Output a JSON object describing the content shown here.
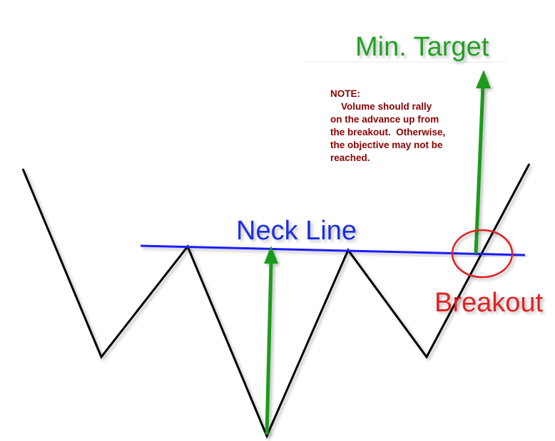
{
  "labels": {
    "min_target": "Min. Target",
    "neck_line": "Neck Line",
    "breakout": "Breakout"
  },
  "note": {
    "lines": [
      "NOTE:",
      "    Volume should rally",
      "on the advance up from",
      "the breakout.  Otherwise,",
      "the objective may not be",
      "reached."
    ]
  },
  "colors": {
    "price_line": "#000000",
    "neck_line": "#1a1aff",
    "neck_label": "#1f2fe0",
    "target_arrow": "#1c9a1c",
    "target_label": "#22a022",
    "breakout_circle": "#e02020",
    "breakout_label": "#e02020",
    "note_text": "#8b0000"
  }
}
